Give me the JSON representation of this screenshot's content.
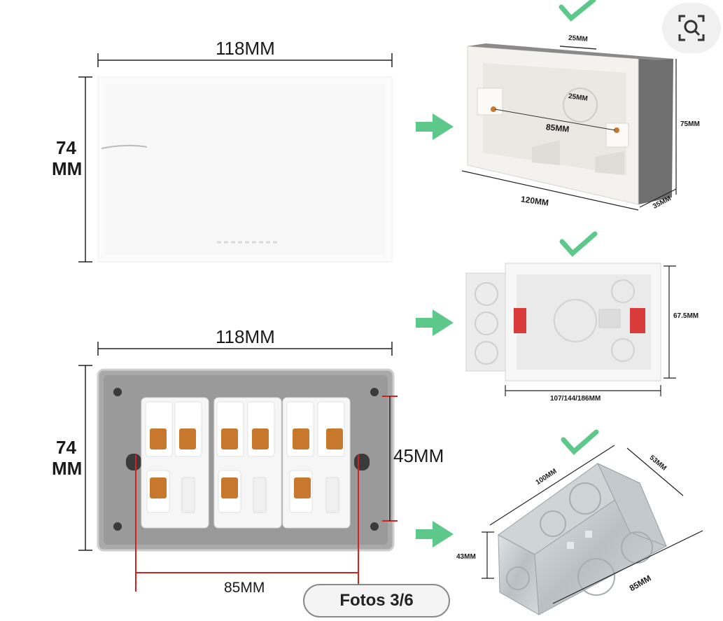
{
  "front_panel": {
    "width_label": "118MM",
    "height_label_line1": "74",
    "height_label_line2": "MM"
  },
  "back_panel": {
    "width_label": "118MM",
    "height_label_line1": "74",
    "height_label_line2": "MM",
    "inner_height_label": "45MM",
    "screw_distance_label": "85MM"
  },
  "box_1": {
    "top_hole_label": "25MM",
    "center_hole_label": "25MM",
    "screw_distance_label": "85MM",
    "height_label": "75MM",
    "length_label": "120MM",
    "depth_label": "35MM"
  },
  "box_2": {
    "height_label": "67.5MM",
    "length_label": "107/144/186MM"
  },
  "box_3": {
    "length_label": "100MM",
    "depth_label": "53MM",
    "height_label": "43MM",
    "width_label": "85MM"
  },
  "gallery": {
    "counter": "Fotos 3/6"
  },
  "colors": {
    "arrow_green": "#5cc98a",
    "check_green": "#5cc98a",
    "plate_gray": "#9a9a9a",
    "copper": "#c8782c",
    "red_lines": "#d42020"
  }
}
